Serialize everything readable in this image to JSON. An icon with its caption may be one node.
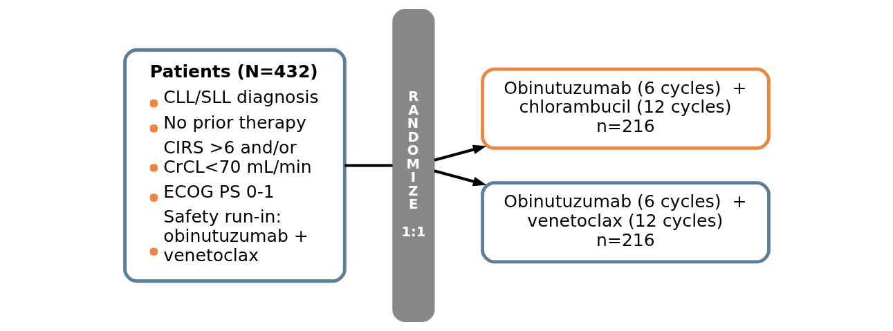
{
  "diagram": {
    "nodes": [
      {
        "text": [
          "Patients (N=432)",
          "CLL/SLL diagnosis",
          "No prior therapy",
          "CIRS >6 and/or CrCL<70 mL/min",
          "ECOG PS 0-1",
          "Safety run-in: obinutuzumab + venetoclax"
        ]
      },
      {
        "text": [
          "R A N D O M I Z E",
          "1:1"
        ]
      },
      {
        "text": [
          "Obinutuzumab (6 cycles)  + chlorambucil (12 cycles) n=216"
        ]
      },
      {
        "text": [
          "Obinutuzumab (6 cycles)  + venetoclax (12 cycles) n=216"
        ]
      }
    ],
    "edges": [
      {
        "from": 0,
        "to": 1,
        "arrow": "none"
      },
      {
        "from": 1,
        "to": 2,
        "arrow": "to"
      },
      {
        "from": 1,
        "to": 3,
        "arrow": "to"
      }
    ]
  }
}
